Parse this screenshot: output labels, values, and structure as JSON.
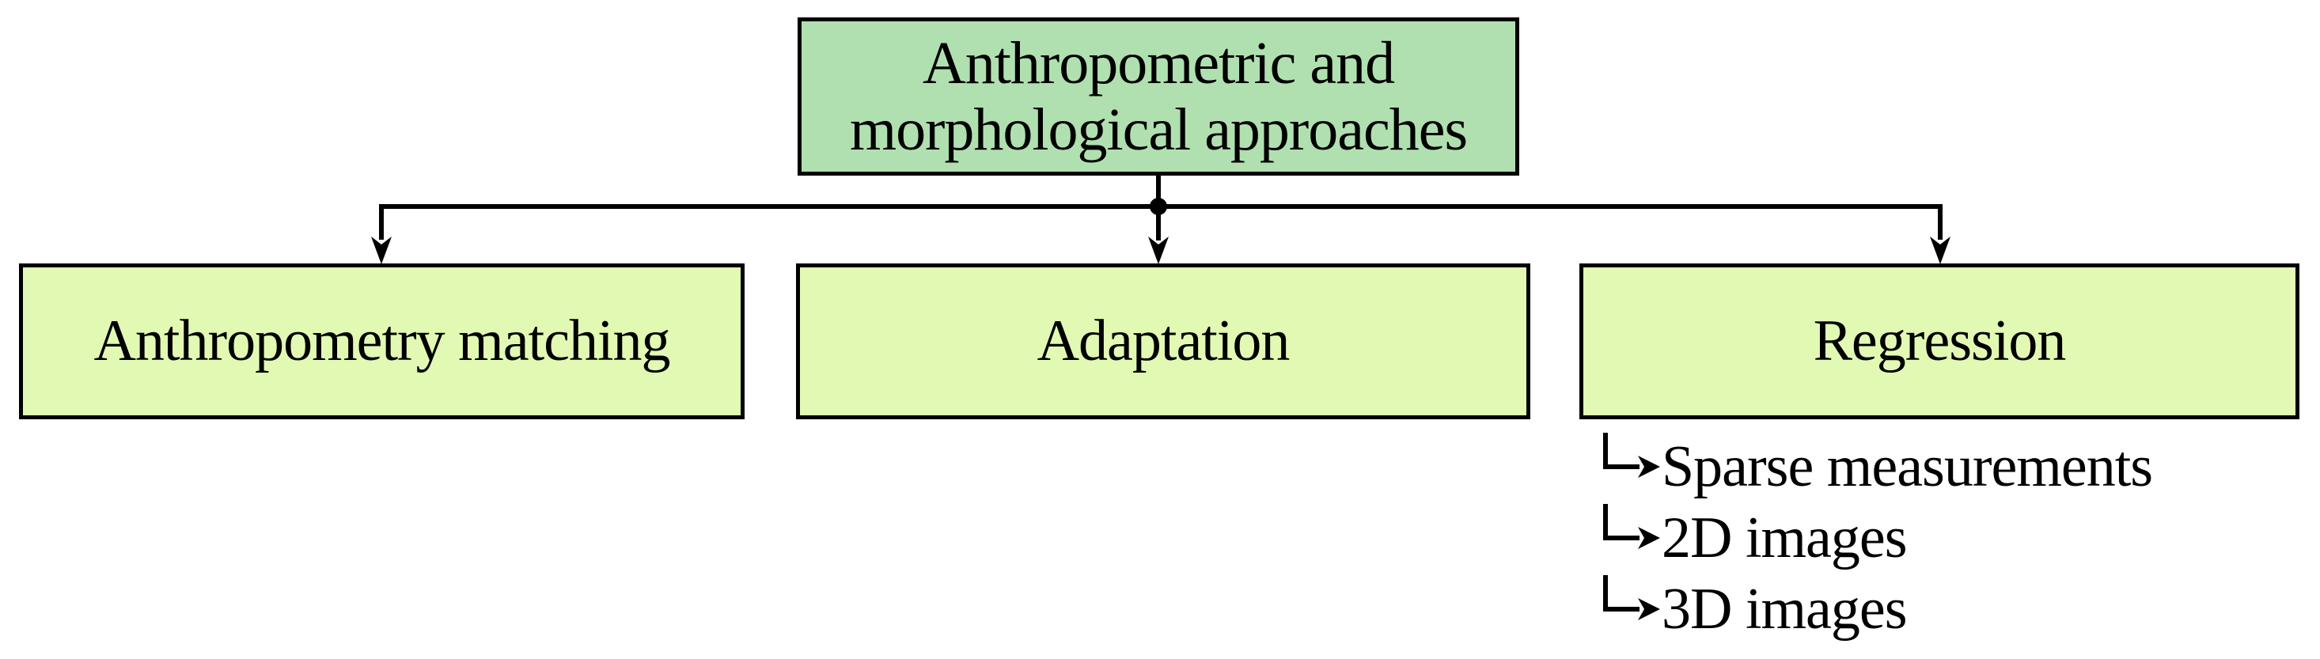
{
  "colors": {
    "root_box_fill": "#b0e0b0",
    "child_box_fill": "#e2f9b3",
    "line_color": "#000000",
    "background": "#ffffff"
  },
  "root_box": {
    "label_line1": "Anthropometric and",
    "label_line2": "morphological approaches"
  },
  "child_boxes": [
    {
      "label": "Anthropometry matching"
    },
    {
      "label": "Adaptation"
    },
    {
      "label": "Regression"
    }
  ],
  "regression_sub_items": [
    {
      "label": "Sparse measurements"
    },
    {
      "label": "2D images"
    },
    {
      "label": "3D images"
    }
  ]
}
